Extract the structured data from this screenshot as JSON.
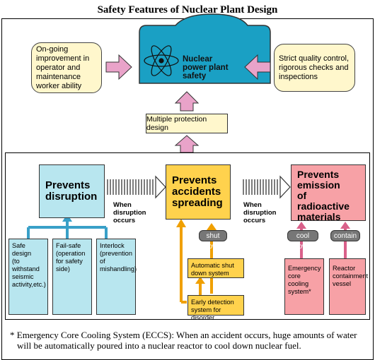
{
  "title": "Safety Features of Nuclear Plant Design",
  "center": {
    "line1": "Nuclear",
    "line2": "power plant",
    "line3": "safety"
  },
  "left_oval": [
    "On-going",
    "improvement in",
    "operator and",
    "maintenance",
    "worker ability"
  ],
  "right_oval": [
    "Strict quality control,",
    "rigorous checks and",
    "inspections"
  ],
  "multiple_protection": "Multiple protection design",
  "stage1": [
    "Prevents",
    "disruption"
  ],
  "stage2": [
    "Prevents",
    "accidents",
    "spreading"
  ],
  "stage3": [
    "Prevents",
    "emission",
    "of radioactive",
    "materials"
  ],
  "when1": [
    "When",
    "disruption",
    "occurs"
  ],
  "when2": [
    "When",
    "disruption",
    "occurs"
  ],
  "sub1": {
    "safe": [
      "Safe design",
      "(to withstand",
      "seismic",
      "activity,etc.)"
    ],
    "failsafe": [
      "Fail-safe",
      "(operation",
      "for safety",
      "side)"
    ],
    "interlock": [
      "Interlock",
      "(prevention of",
      "mishandling)"
    ]
  },
  "shutdown_label": "shut down",
  "sub2": {
    "auto": [
      "Automatic shut",
      "down system"
    ],
    "early": [
      "Early detection",
      "system for disorder"
    ]
  },
  "cooldown_label": "cool down",
  "contain_label": "contain",
  "sub3": {
    "eccs": [
      "Emergency",
      "core cooling",
      "system*"
    ],
    "vessel": [
      "Reactor",
      "containment",
      "vessel"
    ]
  },
  "footnote": [
    "* Emergency Core Cooling System (ECCS): When an accident occurs, huge amounts of water",
    "will be automatically poured into a nuclear reactor to cool down nuclear fuel."
  ],
  "colors": {
    "center_fill": "#1aa0c4",
    "oval_fill": "#fff7cc",
    "arrow_pink": "#e9a3c9",
    "stage1_fill": "#b8e6ef",
    "stage2_fill": "#ffd24d",
    "stage3_fill": "#f7a1a6",
    "blue_line": "#39a0c8",
    "orange_line": "#f0a000",
    "pink_line": "#d9608a"
  }
}
